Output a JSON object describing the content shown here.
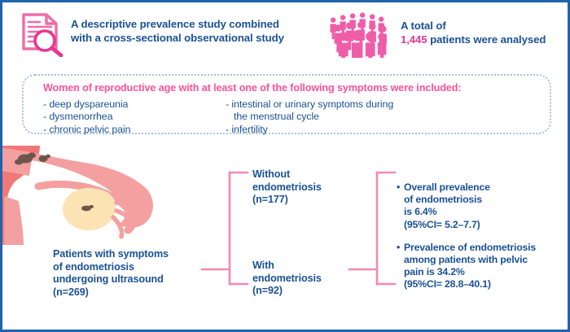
{
  "theme": {
    "frame_border_color": "#1f63ab",
    "navy": "#1a5296",
    "pink": "#f9529a",
    "magenta": "#e8368f",
    "bracket_pink": "#f489b3",
    "dashed_border": "#a9c2e0",
    "uterus_pink": "#f08080",
    "uterus_light": "#f4a3a0",
    "ovary_cream": "#fbe3b4",
    "lesion_brown": "#6d564b"
  },
  "header": {
    "left": {
      "icon": "document-magnifier-icon",
      "line1": "A descriptive prevalence study combined",
      "line2": "with a cross-sectional observational study"
    },
    "right": {
      "icon": "people-group-icon",
      "line1": "A total of",
      "count": "1,445",
      "line2_rest": " patients were analysed"
    }
  },
  "inclusion_box": {
    "title": "Women of reproductive age with at least one of the following symptoms were included:",
    "column_left": [
      "- deep dyspareunia",
      "- dysmenorrhea",
      "- chronic pelvic pain"
    ],
    "column_right": [
      "- intestinal or urinary symptoms during",
      "the menstrual cycle",
      "- infertility"
    ]
  },
  "illustration": {
    "name": "uterus-ovary-endometriosis-illustration"
  },
  "flow": {
    "source": {
      "line1": "Patients with symptoms",
      "line2": "of endometriosis",
      "line3": "undergoing ultrasound",
      "line4": "(n=269)"
    },
    "branches": [
      {
        "id": "without-endometriosis",
        "line1": "Without",
        "line2": "endometriosis",
        "line3": "(n=177)"
      },
      {
        "id": "with-endometriosis",
        "line1": "With",
        "line2": "endometriosis",
        "line3": "(n=92)"
      }
    ],
    "results": [
      {
        "id": "overall-prevalence",
        "line1": "Overall prevalence",
        "line2": "of endometriosis",
        "line3": "is 6.4%",
        "line4": "(95%CI= 5.2–7.7)"
      },
      {
        "id": "pelvic-pain-prevalence",
        "line1": "Prevalence of endometriosis",
        "line2": "among patients with pelvic",
        "line3": "pain is 34.2%",
        "line4": "(95%CI= 28.8–40.1)"
      }
    ]
  }
}
